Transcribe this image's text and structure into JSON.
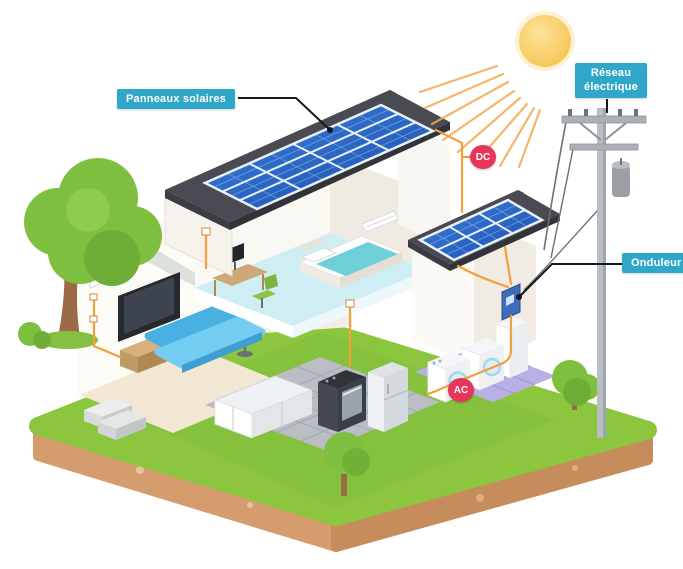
{
  "diagram": {
    "type": "isometric-illustration",
    "subject": "solar-powered house energy diagram",
    "labels": {
      "solar_panels": "Panneaux solaires",
      "grid": "Réseau\nélectrique",
      "inverter": "Onduleur",
      "dc_badge": "DC",
      "ac_badge": "AC"
    },
    "colors": {
      "label_background": "#2fa7c8",
      "label_text": "#ffffff",
      "badge_background": "#e8355a",
      "solar_panel_blue": "#2a63c4",
      "roof_gray": "#4a4b52",
      "grass_green": "#8cc63f",
      "soil_brown": "#d59d6d",
      "sun_yellow": "#f8c94e",
      "cable_orange": "#f59f3b"
    }
  }
}
